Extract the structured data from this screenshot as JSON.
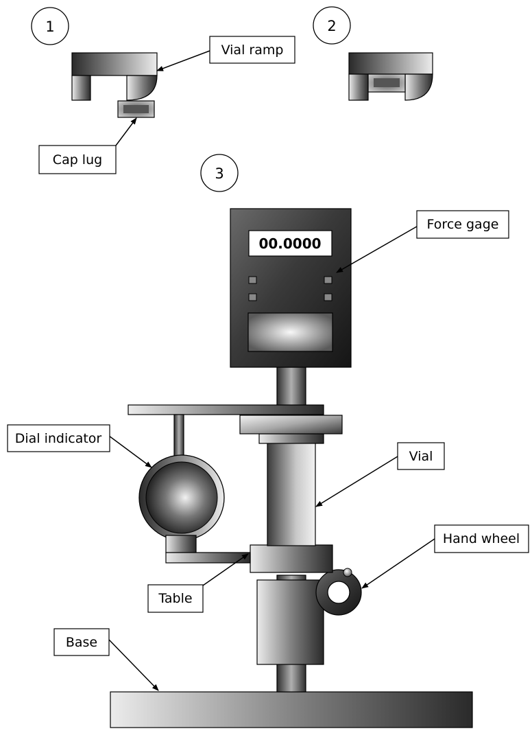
{
  "steps": {
    "one": "1",
    "two": "2",
    "three": "3"
  },
  "labels": {
    "vial_ramp": "Vial ramp",
    "cap_lug": "Cap lug",
    "force_gage": "Force gage",
    "dial_indicator": "Dial indicator",
    "vial": "Vial",
    "table": "Table",
    "hand_wheel": "Hand wheel",
    "base": "Base"
  },
  "display": {
    "readout": "00.0000"
  }
}
